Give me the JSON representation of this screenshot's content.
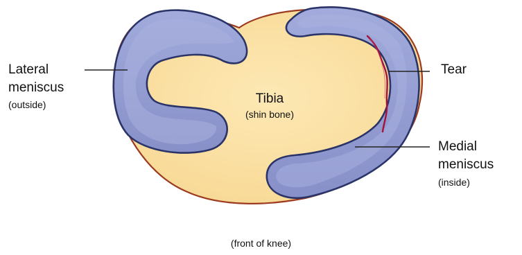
{
  "labels": {
    "lateral_line1": "Lateral",
    "lateral_line2": "meniscus",
    "lateral_sub": "(outside)",
    "tibia": "Tibia",
    "tibia_sub": "(shin bone)",
    "tear": "Tear",
    "medial_line1": "Medial",
    "medial_line2": "meniscus",
    "medial_sub": "(inside)",
    "front": "(front of knee)"
  },
  "colors": {
    "bone_fill": "#fbe2a6",
    "bone_outline": "#9c3b1f",
    "meniscus_fill": "#8e98cf",
    "meniscus_highlight": "#b3bbe5",
    "meniscus_outline": "#2b3468",
    "tear": "#a3123a",
    "leader_line": "#222222"
  }
}
